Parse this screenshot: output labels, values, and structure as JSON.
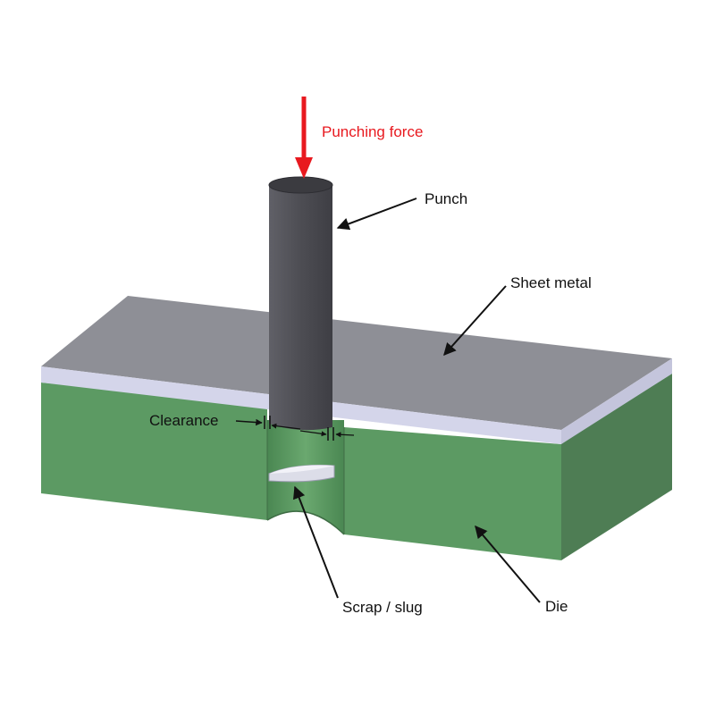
{
  "labels": {
    "punching_force": "Punching force",
    "punch": "Punch",
    "sheet_metal": "Sheet metal",
    "clearance": "Clearance",
    "scrap_slug": "Scrap / slug",
    "die": "Die"
  },
  "colors": {
    "force_arrow": "#e8191f",
    "sheet_top": "#8e8f96",
    "sheet_edge": "#d4d5ea",
    "die_front": "#5c9a63",
    "die_side": "#4e7d54",
    "punch_body": "#505056",
    "punch_top": "#3b3b40",
    "leader_arrow": "#111111"
  }
}
